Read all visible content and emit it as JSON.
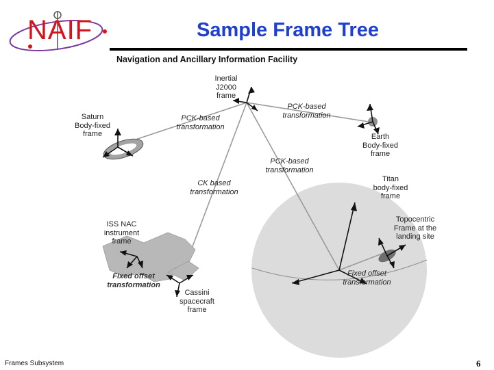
{
  "header": {
    "logo_text": "NAIF",
    "title": "Sample Frame Tree",
    "subtitle": "Navigation and Ancillary Information Facility"
  },
  "frames": {
    "inertial": "Inertial\nJ2000\nframe",
    "saturn": "Saturn\nBody-fixed\nframe",
    "earth": "Earth\nBody-fixed\nframe",
    "titan": "Titan\nbody-fixed\nframe",
    "topocentric": "Topocentric\nFrame at the\nlanding site",
    "iss_nac": "ISS NAC\ninstrument\nframe",
    "cassini": "Cassini\nspacecraft\nframe"
  },
  "transformations": {
    "pck_saturn": "PCK-based\ntransformation",
    "pck_earth": "PCK-based\ntransformation",
    "pck_titan": "PCK-based\ntransformation",
    "ck": "CK based\ntransformation",
    "fixed_offset_iss": "Fixed offset\ntransformation",
    "fixed_offset_topo": "Fixed offset\ntransformation"
  },
  "footer": {
    "left": "Frames Subsystem",
    "page": "6"
  },
  "colors": {
    "title": "#1f3fd0",
    "logo": "#d4141c",
    "sphere": "#dcdcdc",
    "ring": "#8c8c8c"
  }
}
